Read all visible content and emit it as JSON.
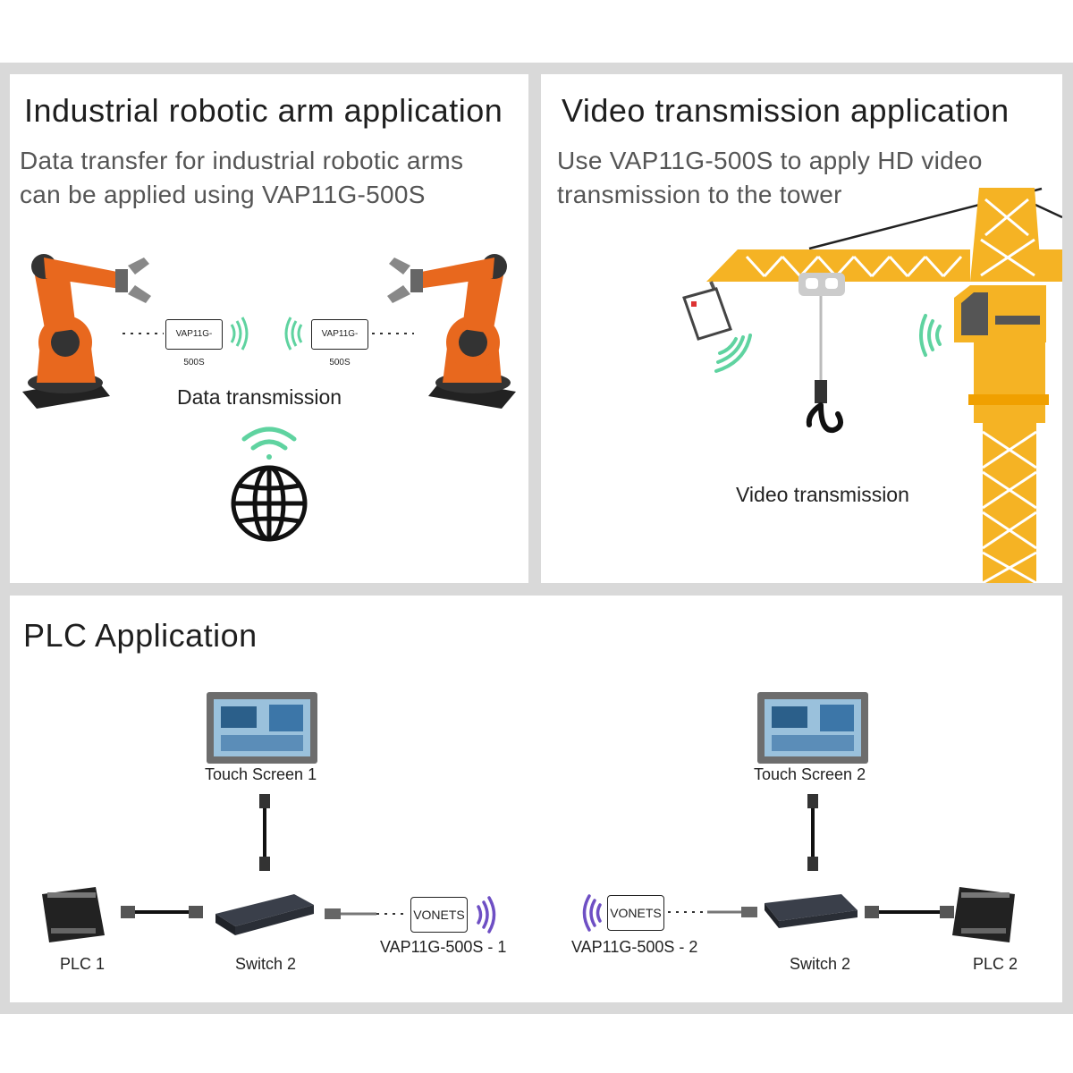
{
  "robot": {
    "title": "Industrial robotic arm application",
    "desc_line1": "Data transfer for industrial robotic arms",
    "desc_line2": "can be applied using VAP11G-500S",
    "device_left": "VAP11G-500S",
    "device_right": "VAP11G-500S",
    "caption": "Data transmission",
    "icons": [
      "robot-arm",
      "wifi-signal",
      "globe"
    ]
  },
  "video": {
    "title": "Video transmission application",
    "desc_line1": "Use VAP11G-500S to apply HD video",
    "desc_line2": "transmission to the tower",
    "caption": "Video transmission",
    "icons": [
      "tower-crane",
      "security-camera",
      "wifi-signal"
    ]
  },
  "plc": {
    "title": "PLC Application",
    "touch_screen_1": "Touch Screen 1",
    "touch_screen_2": "Touch Screen 2",
    "plc_1": "PLC 1",
    "plc_2": "PLC 2",
    "switch_left": "Switch 2",
    "switch_right": "Switch 2",
    "device_1_brand": "VONETS",
    "device_2_brand": "VONETS",
    "device_1_label": "VAP11G-500S - 1",
    "device_2_label": "VAP11G-500S - 2"
  },
  "colors": {
    "robot_orange": "#e8681e",
    "crane_yellow": "#f5b324",
    "wifi_green": "#5fd3a0",
    "wifi_purple": "#6e4fc4",
    "background_frame": "#d9d9d9"
  }
}
